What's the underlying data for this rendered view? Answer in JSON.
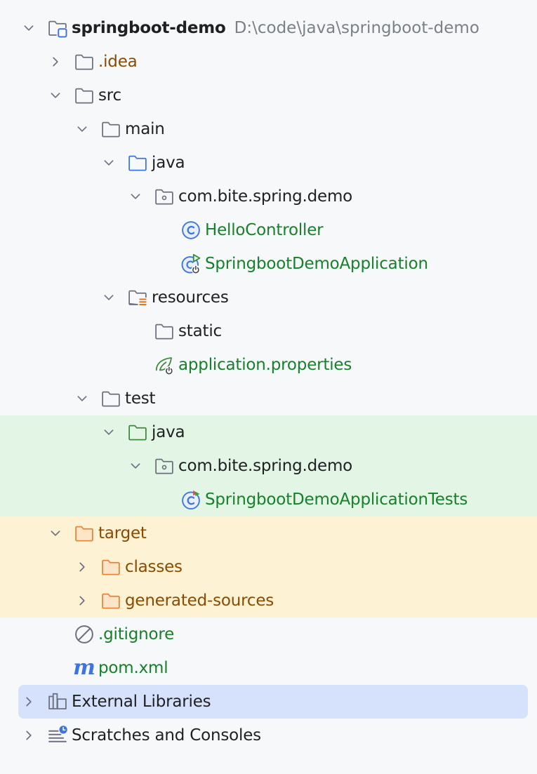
{
  "tree": {
    "root": {
      "label": "springboot-demo",
      "path": "D:\\code\\java\\springboot-demo"
    },
    "idea": {
      "label": ".idea"
    },
    "src": {
      "label": "src"
    },
    "main": {
      "label": "main"
    },
    "main_java": {
      "label": "java"
    },
    "main_package": {
      "label": "com.bite.spring.demo"
    },
    "hello_controller": {
      "label": "HelloController"
    },
    "app_class": {
      "label": "SpringbootDemoApplication"
    },
    "resources": {
      "label": "resources"
    },
    "static": {
      "label": "static"
    },
    "app_properties": {
      "label": "application.properties"
    },
    "test": {
      "label": "test"
    },
    "test_java": {
      "label": "java"
    },
    "test_package": {
      "label": "com.bite.spring.demo"
    },
    "app_tests": {
      "label": "SpringbootDemoApplicationTests"
    },
    "target": {
      "label": "target"
    },
    "classes": {
      "label": "classes"
    },
    "generated_sources": {
      "label": "generated-sources"
    },
    "gitignore": {
      "label": ".gitignore"
    },
    "pom": {
      "label": "pom.xml"
    },
    "external_libraries": {
      "label": "External Libraries"
    },
    "scratches": {
      "label": "Scratches and Consoles"
    }
  },
  "colors": {
    "test_band": "#e3f5e5",
    "target_band": "#fdf2d3",
    "selection": "#d6e1fb",
    "green_text": "#16802a",
    "brown_text": "#8a4b00",
    "class_icon_blue": "#3d74e0"
  },
  "icons": {
    "root": "module-folder-icon",
    "folder": "folder-icon",
    "source_root": "source-root-folder-icon",
    "test_root": "test-source-root-folder-icon",
    "package": "package-icon",
    "resources": "resources-folder-icon",
    "excluded": "excluded-folder-icon",
    "class": "java-class-icon",
    "spring_app": "spring-boot-application-icon",
    "properties": "spring-properties-icon",
    "test_class": "test-class-icon",
    "ignore": "gitignore-icon",
    "maven": "maven-icon",
    "libraries": "libraries-icon",
    "scratches": "scratches-icon"
  }
}
